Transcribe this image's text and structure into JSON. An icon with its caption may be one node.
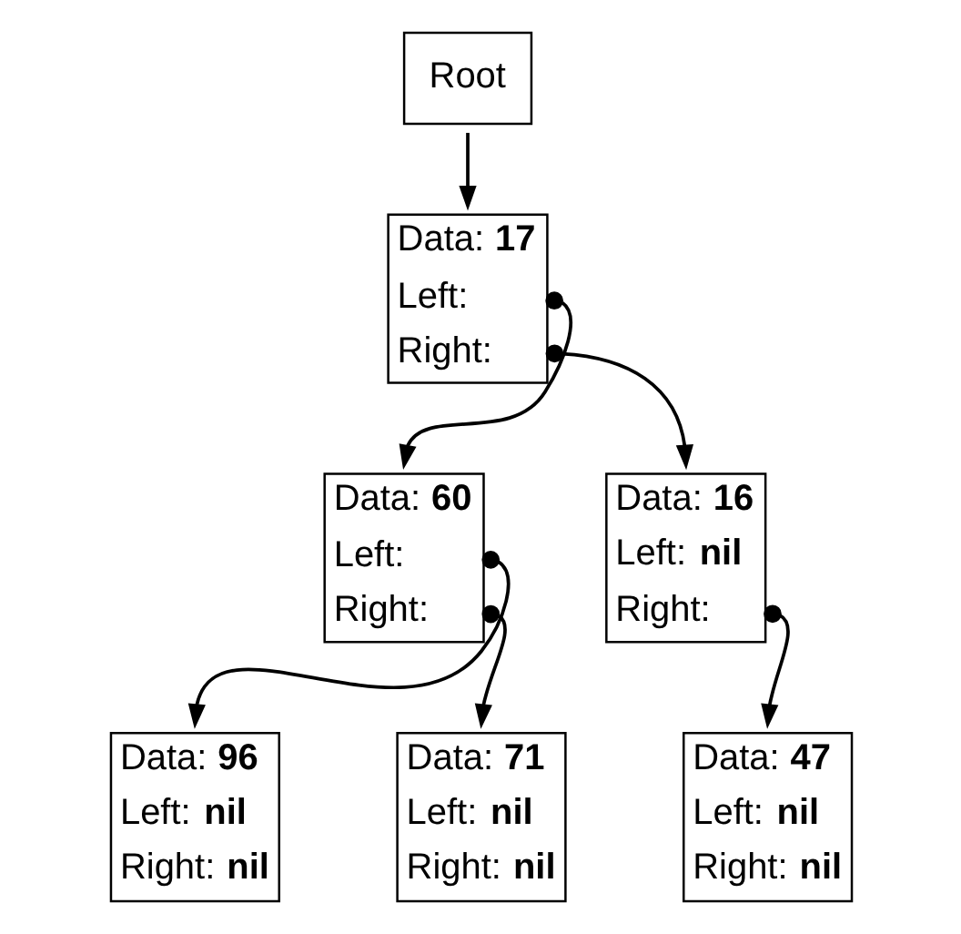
{
  "diagram": {
    "nodes": [
      {
        "text": [
          "Root"
        ]
      },
      {
        "text": [
          "Data: **17**",
          "Left:",
          "Right:"
        ]
      },
      {
        "text": [
          "Data: **60**",
          "Left:",
          "Right:"
        ]
      },
      {
        "text": [
          "Data: **16**",
          "Left: **nil**",
          "Right:"
        ]
      },
      {
        "text": [
          "Data: **96**",
          "Left: **nil**",
          "Right: **nil**"
        ]
      },
      {
        "text": [
          "Data: **71**",
          "Left: **nil**",
          "Right: **nil**"
        ]
      },
      {
        "text": [
          "Data: **47**",
          "Left: **nil**",
          "Right: **nil**"
        ]
      }
    ],
    "edges": [
      {
        "from": 0,
        "to": 1,
        "arrow": "to"
      },
      {
        "from": 1,
        "to": 2,
        "arrow": "to"
      },
      {
        "from": 1,
        "to": 3,
        "arrow": "to"
      },
      {
        "from": 2,
        "to": 4,
        "arrow": "to"
      },
      {
        "from": 2,
        "to": 5,
        "arrow": "to"
      },
      {
        "from": 3,
        "to": 6,
        "arrow": "to"
      }
    ]
  }
}
